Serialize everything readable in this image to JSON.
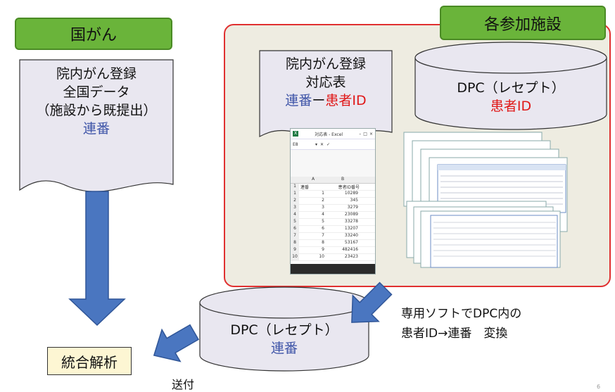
{
  "colors": {
    "accent_green": "#6ab43a",
    "frame_red": "#e03030",
    "id_red": "#e01818",
    "serial_blue": "#3f55a8",
    "arrow_blue": "#4a76c0",
    "doc_fill": "#e9e7f0"
  },
  "national": {
    "label": "国がん",
    "doc_lines": [
      "院内がん登録",
      "全国データ",
      "（施設から既提出）"
    ],
    "doc_serial": "連番"
  },
  "facilities": {
    "label": "各参加施設",
    "table_doc": {
      "line1": "院内がん登録",
      "line2": "対応表",
      "serial": "連番",
      "dash": "ー",
      "patient_id": "患者ID"
    },
    "dpc_db": {
      "title": "DPC（レセプト）",
      "patient_id": "患者ID"
    },
    "excel": {
      "title": "対応表 - Excel",
      "cell_ref": "E8",
      "col_a": "A",
      "col_b": "B",
      "header_serial": "連番",
      "header_id": "患者ID番号",
      "rows": [
        {
          "n": "1",
          "serial": "1",
          "id": "10289"
        },
        {
          "n": "2",
          "serial": "2",
          "id": "345"
        },
        {
          "n": "3",
          "serial": "3",
          "id": "3279"
        },
        {
          "n": "4",
          "serial": "4",
          "id": "23089"
        },
        {
          "n": "5",
          "serial": "5",
          "id": "33278"
        },
        {
          "n": "6",
          "serial": "6",
          "id": "13207"
        },
        {
          "n": "7",
          "serial": "7",
          "id": "33240"
        },
        {
          "n": "8",
          "serial": "8",
          "id": "53167"
        },
        {
          "n": "9",
          "serial": "9",
          "id": "482416"
        },
        {
          "n": "10",
          "serial": "10",
          "id": "23423"
        }
      ]
    }
  },
  "dpc_serial_db": {
    "title": "DPC（レセプト）",
    "serial": "連番"
  },
  "conversion_note": {
    "line1": "専用ソフトでDPC内の",
    "line2": "患者ID→連番　変換"
  },
  "integration": {
    "label": "統合解析"
  },
  "send_label": "送付",
  "page_num": "6"
}
